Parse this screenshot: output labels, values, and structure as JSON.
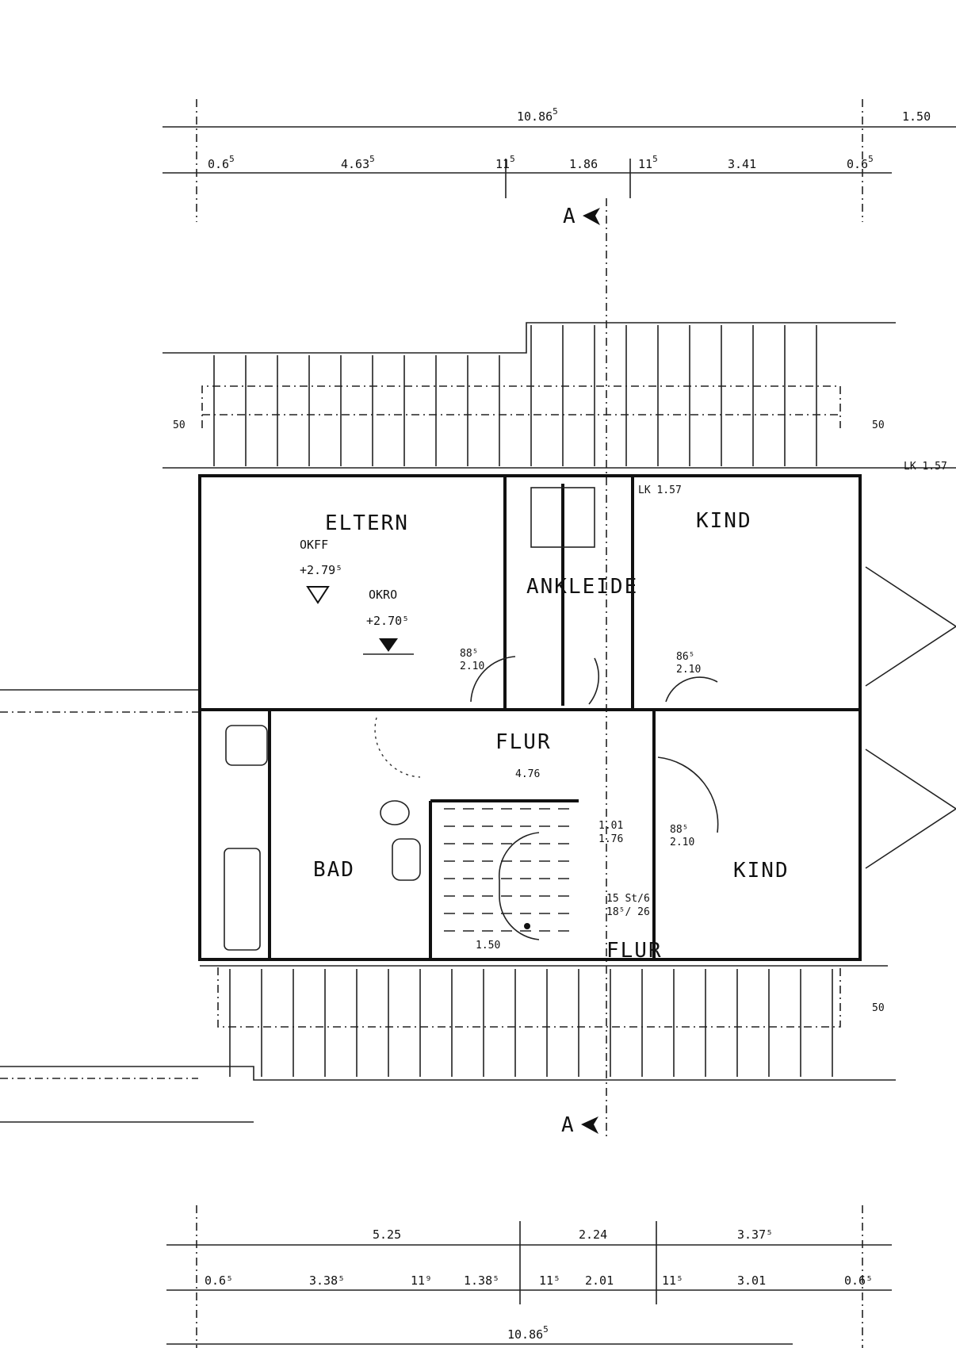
{
  "title": "Dachgeschoss Grundriss",
  "top_dimensions": {
    "overall": "10.86",
    "overall_sup": "5",
    "overhang": "1.50",
    "segments": [
      {
        "v": "0.6",
        "sup": "5"
      },
      {
        "v": "4.63",
        "sup": "5"
      },
      {
        "v": "11",
        "sup": "5"
      },
      {
        "v": "1.86",
        "sup": ""
      },
      {
        "v": "11",
        "sup": "5"
      },
      {
        "v": "3.41",
        "sup": ""
      },
      {
        "v": "0.6",
        "sup": "5"
      }
    ]
  },
  "bottom_dimensions": {
    "row1": [
      "5.25",
      "2.24",
      "3.37⁵"
    ],
    "row2": [
      "0.6⁵",
      "3.38⁵",
      "11⁹",
      "1.38⁵",
      "11⁵",
      "2.01",
      "11⁵",
      "3.01",
      "0.6⁵"
    ],
    "overall": "10.86",
    "overall_sup": "5"
  },
  "section_marker": "A",
  "rooms": {
    "eltern": "ELTERN",
    "ankleide": "ANKLEIDE",
    "kind_top": "KIND",
    "flur_top": "FLUR",
    "bad": "BAD",
    "kind_bottom": "KIND",
    "flur_bottom": "FLUR"
  },
  "levels": {
    "okff_label": "OKFF",
    "okff_value": "+2.79⁵",
    "okro_label": "OKRO",
    "okro_value": "+2.70⁵"
  },
  "annotations": {
    "door_eltern": [
      "88⁵",
      "2.10"
    ],
    "door_kind_top": [
      "86⁵",
      "2.10"
    ],
    "door_kind_bottom": [
      "88⁵",
      "2.10"
    ],
    "flur_width": "4.76",
    "stair_width": "1.50",
    "flur_dim": [
      "1.01",
      "1.76"
    ],
    "stair_info": [
      "15 St/6",
      "18⁵/ 26"
    ],
    "lk": "LK 1.57",
    "lk_right": "LK 1.57",
    "overhang_left": "50",
    "overhang_right": "50",
    "overhang_bottom_right": "50",
    "roof_dim": "50"
  }
}
